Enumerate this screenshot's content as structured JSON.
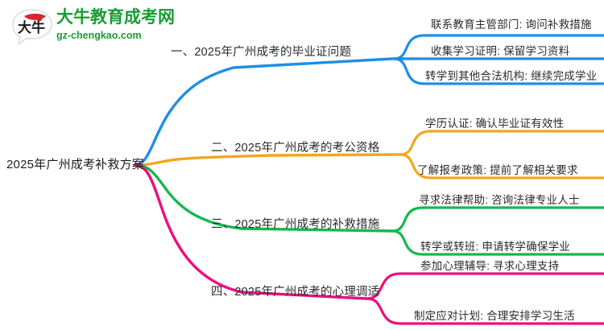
{
  "logo": {
    "mark_text": "大牛",
    "title": "大牛教育成考网",
    "subtitle": "gz-chengkao.com",
    "brand_color": "#1a9c33",
    "mark_accent_color": "#d8262a"
  },
  "mindmap": {
    "root": {
      "label": "2025年广州成考补救方案"
    },
    "branches": [
      {
        "label": "一、2025年广州成考的毕业证问题",
        "color": "#1f8fe5",
        "leaves": [
          {
            "label": "联系教育主管部门: 询问补救措施"
          },
          {
            "label": "收集学习证明: 保留学习资料"
          },
          {
            "label": "转学到其他合法机构: 继续完成学业"
          }
        ]
      },
      {
        "label": "二、2025年广州成考的考公资格",
        "color": "#f0a71e",
        "leaves": [
          {
            "label": "学历认证: 确认毕业证有效性"
          },
          {
            "label": "了解报考政策: 提前了解相关要求"
          }
        ]
      },
      {
        "label": "三、2025年广州成考的补救措施",
        "color": "#15b74e",
        "leaves": [
          {
            "label": "寻求法律帮助: 咨询法律专业人士"
          },
          {
            "label": "转学或转班: 申请转学确保学业"
          }
        ]
      },
      {
        "label": "四、2025年广州成考的心理调适",
        "color": "#ec0f7e",
        "leaves": [
          {
            "label": "参加心理辅导: 寻求心理支持"
          },
          {
            "label": "制定应对计划: 合理安排学习生活"
          }
        ]
      }
    ]
  }
}
